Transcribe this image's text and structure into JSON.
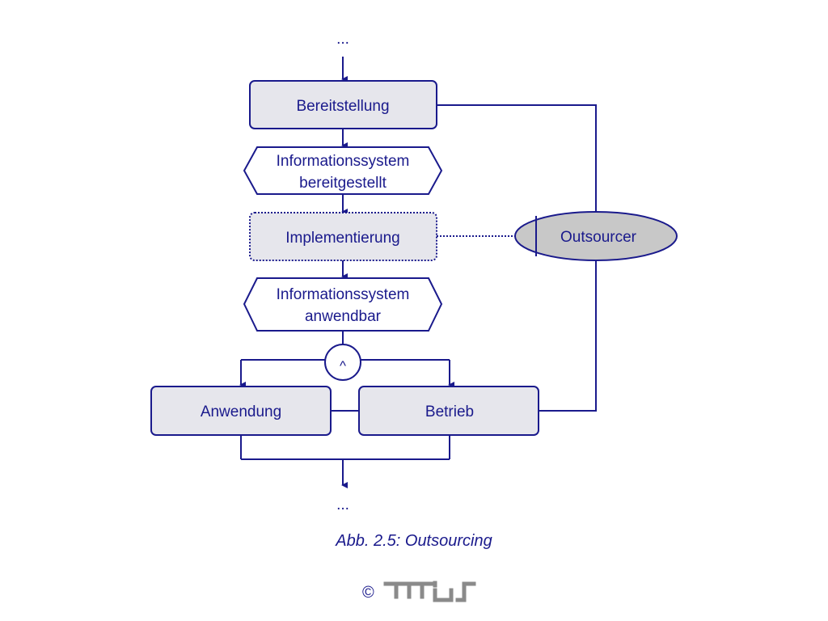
{
  "diagram": {
    "ellipsis_top": "...",
    "ellipsis_bottom": "...",
    "functions": {
      "bereitstellung": "Bereitstellung",
      "implementierung": "Implementierung",
      "anwendung": "Anwendung",
      "betrieb": "Betrieb"
    },
    "events": {
      "bereitgestellt": [
        "Informationssystem",
        "bereitgestellt"
      ],
      "anwendbar": [
        "Informationssystem",
        "anwendbar"
      ]
    },
    "connector_and": "^",
    "org_unit": "Outsourcer"
  },
  "caption": "Abb. 2.5:  Outsourcing",
  "copyright_symbol": "©",
  "logo": "mis logo",
  "colors": {
    "line": "#1a1a8c",
    "box_fill": "#e6e6ec",
    "ellipse_fill": "#c8c8c8",
    "text": "#1a1a8c"
  }
}
